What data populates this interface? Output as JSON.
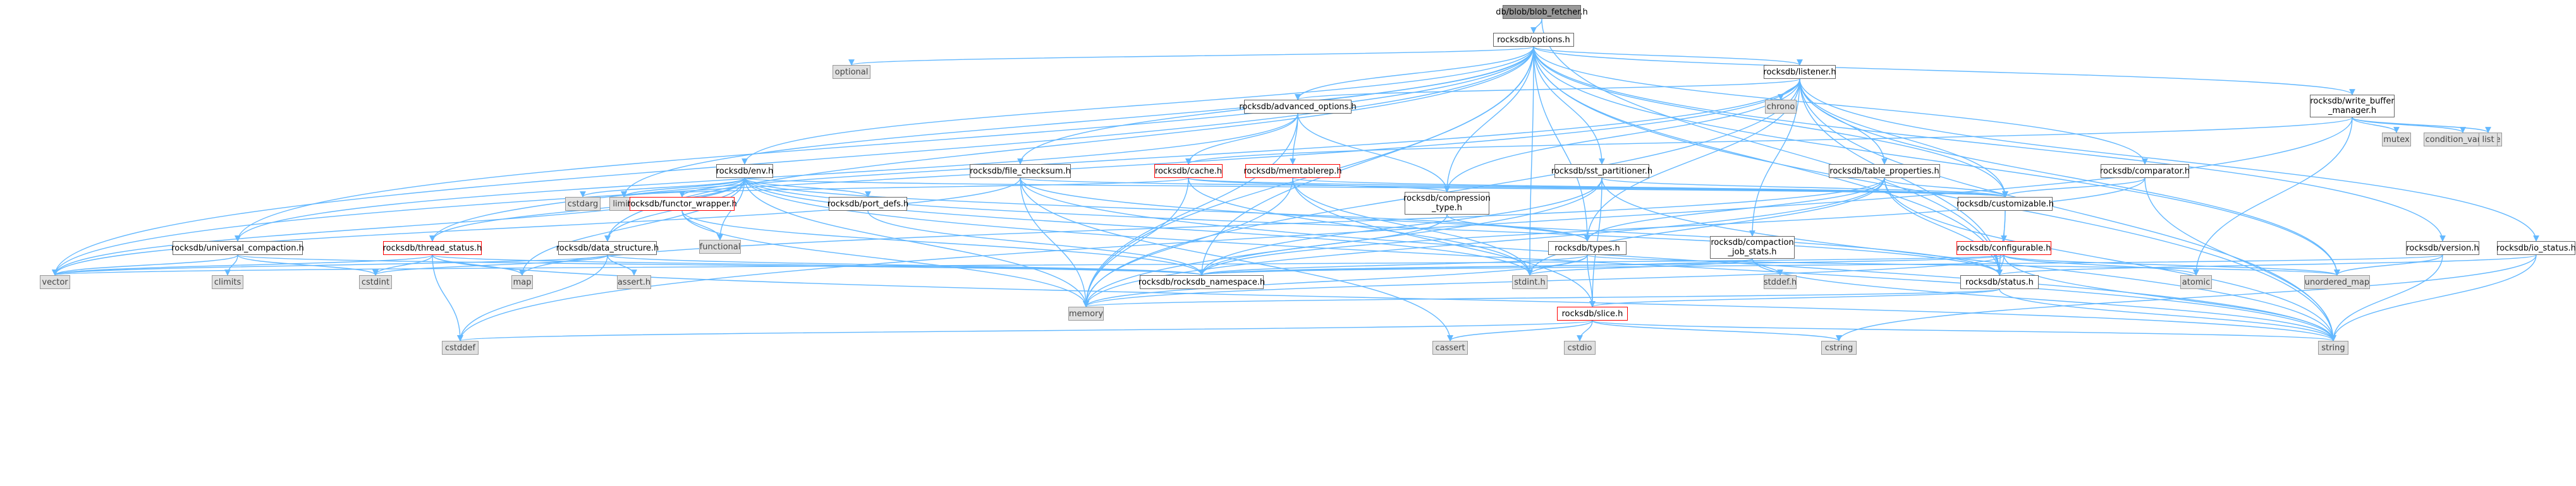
{
  "colors": {
    "edge": "#63b8ff",
    "root_fill": "#999999",
    "ext_fill": "#e0e0e0",
    "red_border": "#ff0000"
  },
  "nodes": {
    "blob_fetcher": "db/blob/blob_fetcher.h",
    "options": "rocksdb/options.h",
    "optional": "optional",
    "listener": "rocksdb/listener.h",
    "chrono": "chrono",
    "advanced_options": "rocksdb/advanced_options.h",
    "write_buffer_manager": "rocksdb/write_buffer\n_manager.h",
    "mutex": "mutex",
    "condition_variable": "condition_variable",
    "list": "list",
    "env": "rocksdb/env.h",
    "file_checksum": "rocksdb/file_checksum.h",
    "cache": "rocksdb/cache.h",
    "memtablerep": "rocksdb/memtablerep.h",
    "sst_partitioner": "rocksdb/sst_partitioner.h",
    "table_properties": "rocksdb/table_properties.h",
    "comparator": "rocksdb/comparator.h",
    "cstdarg": "cstdarg",
    "limits": "limits",
    "functor_wrapper": "rocksdb/functor_wrapper.h",
    "port_defs": "rocksdb/port_defs.h",
    "compression_type": "rocksdb/compression\n_type.h",
    "customizable": "rocksdb/customizable.h",
    "functional": "functional",
    "universal_compaction": "rocksdb/universal_compaction.h",
    "thread_status": "rocksdb/thread_status.h",
    "data_structure": "rocksdb/data_structure.h",
    "types": "rocksdb/types.h",
    "compaction_job_stats": "rocksdb/compaction\n_job_stats.h",
    "configurable": "rocksdb/configurable.h",
    "version": "rocksdb/version.h",
    "io_status": "rocksdb/io_status.h",
    "vector": "vector",
    "climits": "climits",
    "cstdint": "cstdint",
    "map": "map",
    "assert": "assert.h",
    "rocksdb_namespace": "rocksdb/rocksdb_namespace.h",
    "stdint": "stdint.h",
    "stddef": "stddef.h",
    "status": "rocksdb/status.h",
    "atomic": "atomic",
    "unordered_map": "unordered_map",
    "memory": "memory",
    "slice": "rocksdb/slice.h",
    "cstddef": "cstddef",
    "cassert": "cassert",
    "cstdio": "cstdio",
    "cstring": "cstring",
    "string": "string"
  }
}
